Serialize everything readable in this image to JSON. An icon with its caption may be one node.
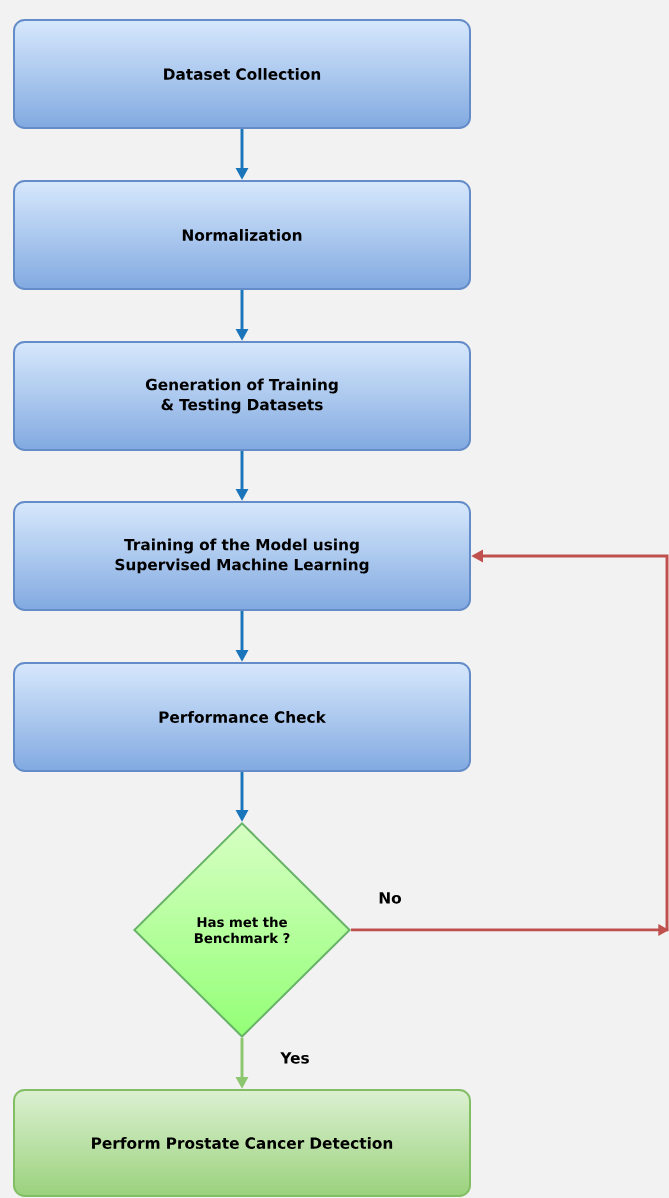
{
  "diagram": {
    "nodes": [
      {
        "text": [
          "Dataset Collection"
        ]
      },
      {
        "text": [
          "Normalization"
        ]
      },
      {
        "text": [
          "Generation of Training & Testing Datasets"
        ]
      },
      {
        "text": [
          "Training of the Model using Supervised Machine Learning"
        ]
      },
      {
        "text": [
          "Performance Check"
        ]
      },
      {
        "text": [
          "Has met the Benchmark ?"
        ]
      },
      {
        "text": [
          "Perform Prostate Cancer Detection"
        ]
      }
    ],
    "edges": [
      {
        "from": 0,
        "to": 1,
        "arrow": "to"
      },
      {
        "from": 1,
        "to": 2,
        "arrow": "to"
      },
      {
        "from": 2,
        "to": 3,
        "arrow": "to"
      },
      {
        "from": 3,
        "to": 4,
        "arrow": "to"
      },
      {
        "from": 4,
        "to": 5,
        "arrow": "to"
      },
      {
        "from": 5,
        "to": 6,
        "arrow": "to",
        "label": "Yes",
        "color": "#8cc66e"
      },
      {
        "from": 5,
        "to": 3,
        "arrow": "to",
        "label": "No",
        "color": "#c0504d"
      }
    ]
  }
}
